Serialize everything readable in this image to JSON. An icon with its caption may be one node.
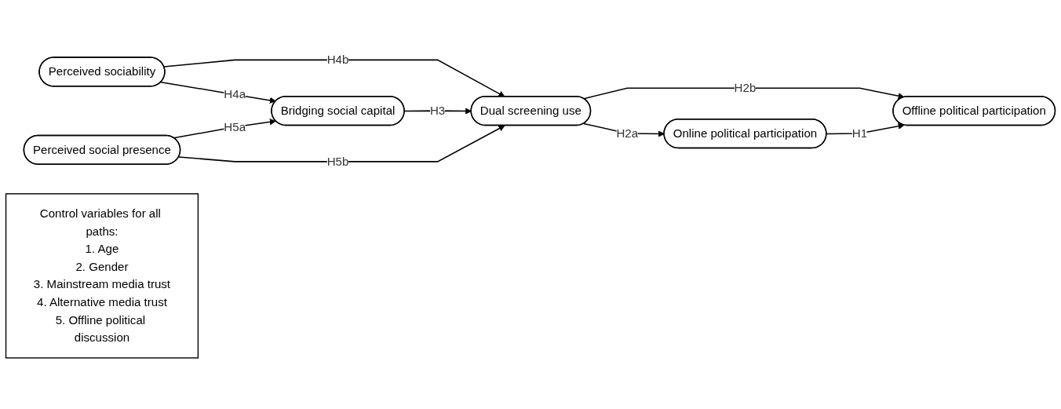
{
  "diagram": {
    "nodes": [
      {
        "text": [
          "Perceived sociability"
        ]
      },
      {
        "text": [
          "Bridging social capital"
        ]
      },
      {
        "text": [
          "Perceived social presence"
        ]
      },
      {
        "text": [
          "Dual screening use"
        ]
      },
      {
        "text": [
          "Online political participation"
        ]
      },
      {
        "text": [
          "Offline political participation"
        ]
      },
      {
        "text": [
          "Control variables for all paths:",
          "1. Age",
          "2. Gender",
          "3. Mainstream media trust",
          "4. Alternative media trust",
          "5. Offline political discussion"
        ]
      }
    ],
    "edges": [
      {
        "from": 0,
        "to": 1,
        "arrow": "to",
        "label": "H4a"
      },
      {
        "from": 0,
        "to": 3,
        "arrow": "to",
        "label": "H4b"
      },
      {
        "from": 1,
        "to": 3,
        "arrow": "to",
        "label": "H3"
      },
      {
        "from": 2,
        "to": 1,
        "arrow": "to",
        "label": "H5a"
      },
      {
        "from": 2,
        "to": 3,
        "arrow": "to",
        "label": "H5b"
      },
      {
        "from": 3,
        "to": 4,
        "arrow": "to",
        "label": "H2a"
      },
      {
        "from": 3,
        "to": 5,
        "arrow": "to",
        "label": "H2b"
      },
      {
        "from": 4,
        "to": 5,
        "arrow": "to",
        "label": "H1"
      }
    ]
  }
}
